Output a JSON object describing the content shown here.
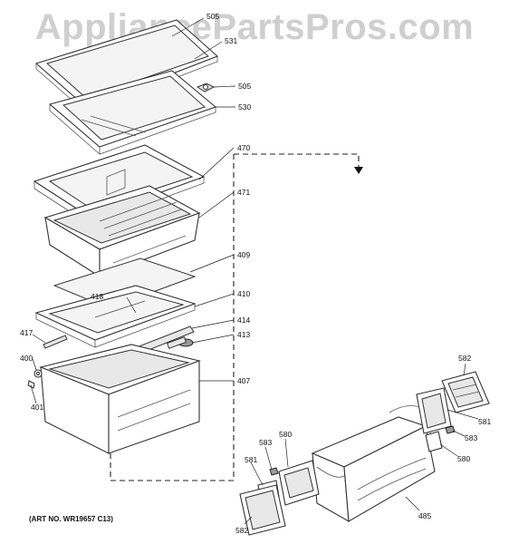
{
  "watermark": "AppliancePartsPros.com",
  "art_number": "(ART NO. WR19657 C13)",
  "callouts": {
    "c505_top": "505",
    "c531": "531",
    "c505_mid": "505",
    "c530": "530",
    "c470": "470",
    "c471": "471",
    "c409": "409",
    "c418": "418",
    "c410": "410",
    "c414": "414",
    "c417": "417",
    "c413": "413",
    "c400": "400",
    "c407": "407",
    "c401": "401",
    "c582_top": "582",
    "c581_right": "581",
    "c583_right": "583",
    "c580_right": "580",
    "c580_left": "580",
    "c583_left": "583",
    "c581_left": "581",
    "c582_bottom": "582",
    "c485": "485"
  }
}
